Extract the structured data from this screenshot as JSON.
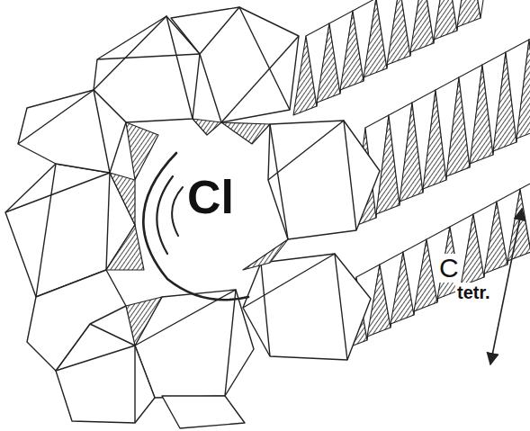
{
  "diagram": {
    "labels": [
      "Cl",
      "C",
      "tetr."
    ]
  }
}
